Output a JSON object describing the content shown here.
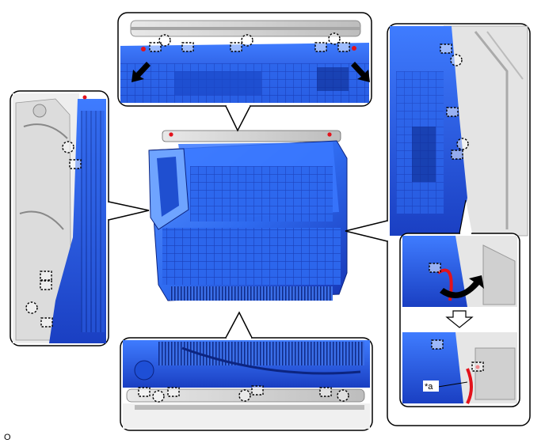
{
  "figure": {
    "footer_code": "O",
    "callout_label": "*a"
  },
  "colors": {
    "part_blue": "#2f6bf0",
    "part_blue_dark": "#1736b5",
    "part_blue_light": "#7fb0ff",
    "housing_gray": "#d9d9d9",
    "housing_light": "#f2f2f2",
    "frame": "#000000",
    "clip_marker": "#000000",
    "arrow": "#000000",
    "wire_red": "#e3121b"
  },
  "icons": {
    "clip_dashed_circle": "dashed-circle-clip-marker",
    "clip_dashed_square": "dashed-square-clip-marker",
    "push_arrow": "solid-black-arrow",
    "rotate_arrow": "curved-double-arrow",
    "down_arrow": "hollow-down-arrow"
  }
}
